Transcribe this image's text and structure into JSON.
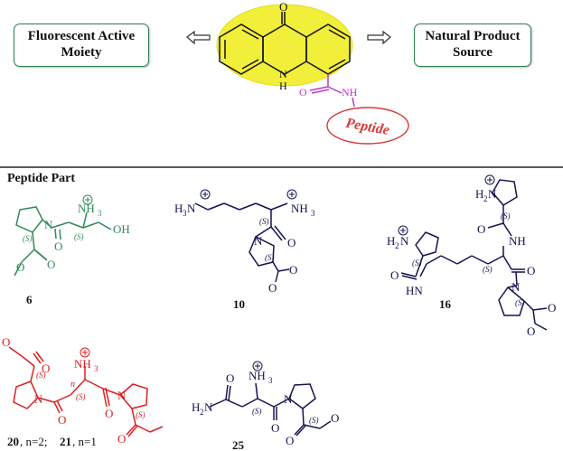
{
  "header": {
    "left_box": {
      "line1": "Fluorescent Active",
      "line2": "Moiety"
    },
    "right_box": {
      "line1": "Natural Product",
      "line2": "Source"
    },
    "peptide_tag": "Peptide",
    "core_labels": {
      "oxo": "O",
      "nh_ring": "N",
      "nh_ring_h": "H",
      "amide_o": "O",
      "amide_nh": "NH"
    }
  },
  "section_title": "Peptide Part",
  "compounds": {
    "c6": {
      "number": "6",
      "nh3": "NH",
      "sub3": "3",
      "oh": "OH",
      "n": "N",
      "o1": "O",
      "o2": "O",
      "o3": "O",
      "s1": "(S)",
      "s2": "(S)"
    },
    "c10": {
      "number": "10",
      "h3n": "H",
      "sub3a": "3",
      "nlys": "N",
      "nh3": "NH",
      "sub3b": "3",
      "n": "N",
      "o1": "O",
      "o2": "O",
      "o3": "O",
      "s1": "(S)",
      "s2": "(S)"
    },
    "c16": {
      "number": "16",
      "h2n_a": "H",
      "sub2a": "2",
      "na": "N",
      "h2n_b": "H",
      "sub2b": "2",
      "nb": "N",
      "nh1": "NH",
      "hn": "HN",
      "n": "N",
      "o1": "O",
      "o2": "O",
      "o3": "O",
      "o4": "O",
      "o5": "O",
      "s1": "(S)",
      "s2": "(S)",
      "s3": "(S)",
      "s4": "(S)"
    },
    "c20": {
      "label_a": "20",
      "label_b": ", n=2; ",
      "label_c": "21",
      "label_d": ", n=1",
      "nh3": "NH",
      "sub3": "3",
      "n1": "N",
      "n2": "N",
      "n_sub": "n",
      "o1": "O",
      "o2": "O",
      "o3": "O",
      "o4": "O",
      "o5": "O",
      "s1": "(S)",
      "s2": "(S)",
      "s3": "(S)"
    },
    "c25": {
      "number": "25",
      "nh3": "NH",
      "sub3": "3",
      "h2n": "H",
      "sub2": "2",
      "nn": "N",
      "n": "N",
      "o1": "O",
      "o2": "O",
      "o3": "O",
      "o4": "O",
      "s1": "(S)",
      "s2": "(S)"
    }
  },
  "colors": {
    "green": "#2e8b57",
    "navy": "#141450",
    "red": "#dd1f1f",
    "magenta": "#c434c4",
    "yellow": "#f2ef3a"
  },
  "icons": {
    "left_arrow": "hollow-left-arrow-icon",
    "right_arrow": "hollow-right-arrow-icon",
    "cation": "plus-circle-icon"
  }
}
